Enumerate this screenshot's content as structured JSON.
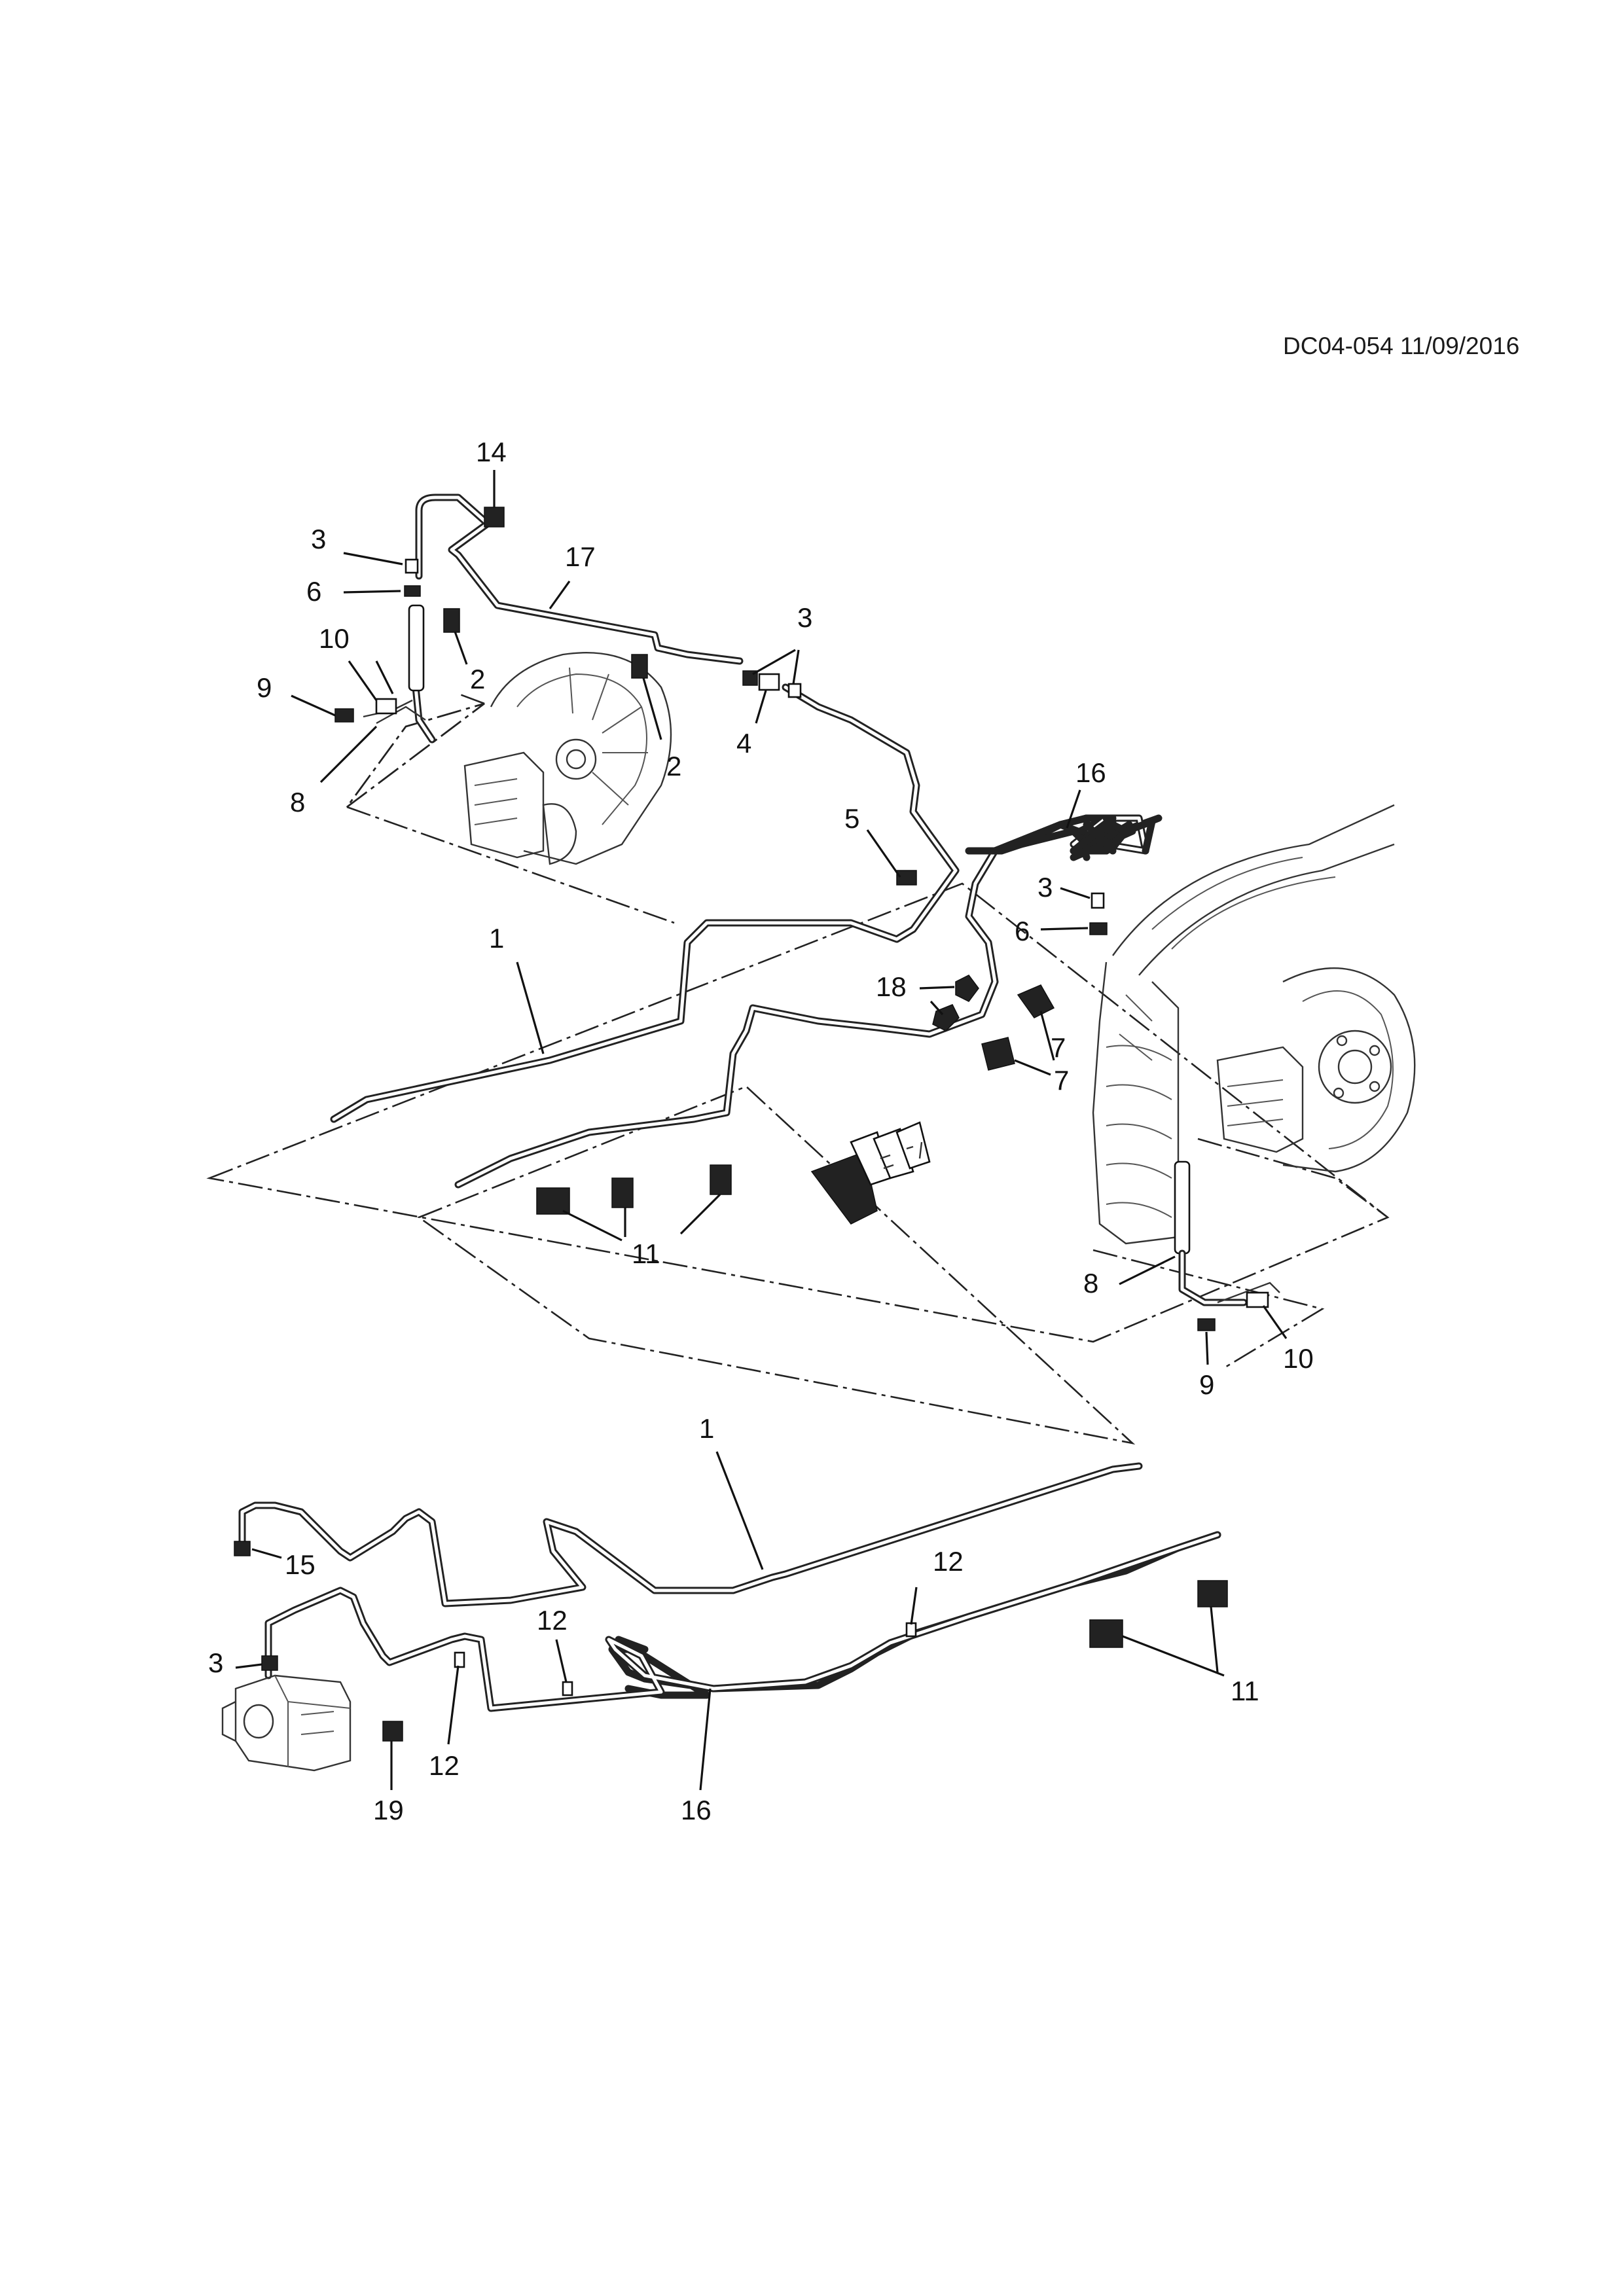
{
  "document": {
    "reference_code": "DC04-054 11/09/2016"
  },
  "callouts": [
    {
      "label": "14"
    },
    {
      "label": "3"
    },
    {
      "label": "17"
    },
    {
      "label": "6"
    },
    {
      "label": "3"
    },
    {
      "label": "2"
    },
    {
      "label": "10"
    },
    {
      "label": "9"
    },
    {
      "label": "2"
    },
    {
      "label": "4"
    },
    {
      "label": "8"
    },
    {
      "label": "16"
    },
    {
      "label": "5"
    },
    {
      "label": "3"
    },
    {
      "label": "6"
    },
    {
      "label": "1"
    },
    {
      "label": "18"
    },
    {
      "label": "7"
    },
    {
      "label": "7"
    },
    {
      "label": "11"
    },
    {
      "label": "8"
    },
    {
      "label": "10"
    },
    {
      "label": "9"
    },
    {
      "label": "1"
    },
    {
      "label": "12"
    },
    {
      "label": "15"
    },
    {
      "label": "11"
    },
    {
      "label": "12"
    },
    {
      "label": "3"
    },
    {
      "label": "12"
    },
    {
      "label": "19"
    },
    {
      "label": "16"
    }
  ],
  "icons": {
    "front_arrow": "front-direction-arrow-icon",
    "brake_rotor_front": "brake-rotor-icon",
    "brake_rotor_rear": "brake-rotor-icon",
    "abs_module": "abs-module-icon"
  },
  "colors": {
    "line": "#111111",
    "background": "#ffffff"
  }
}
